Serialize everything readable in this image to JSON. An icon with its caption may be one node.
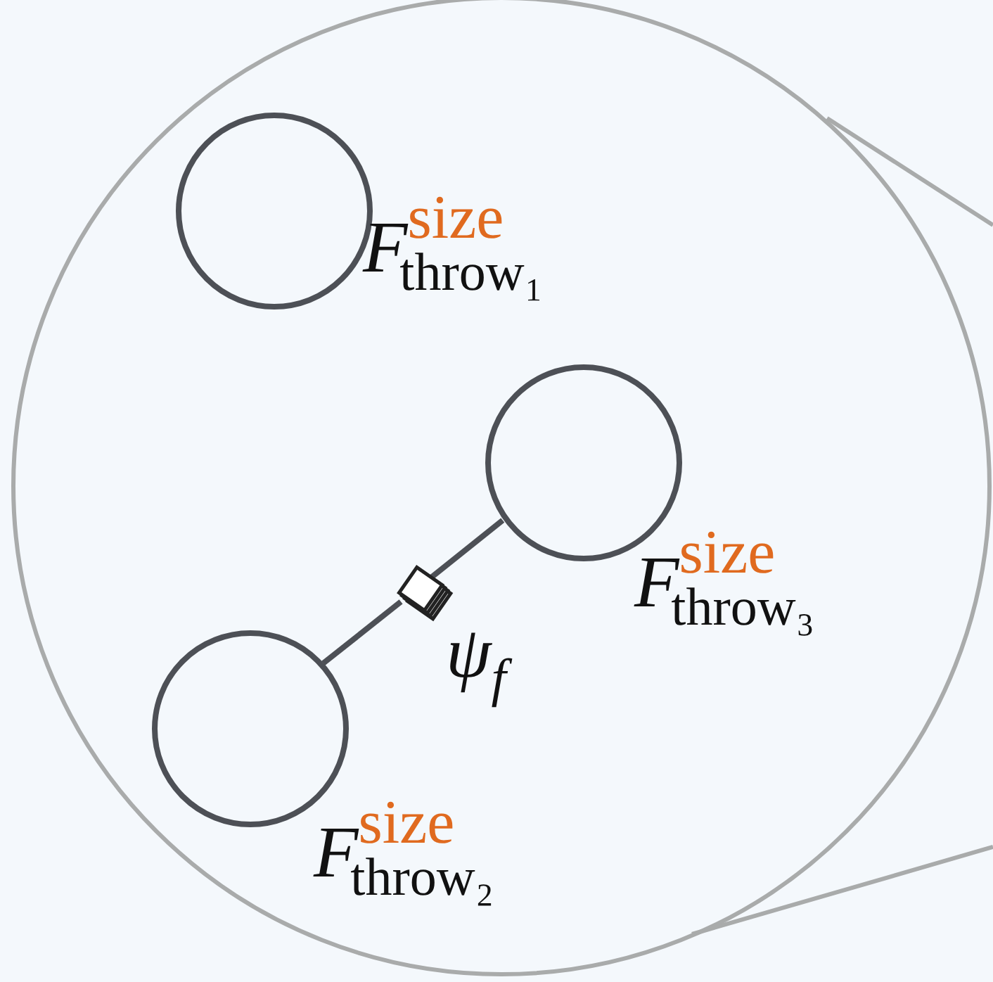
{
  "diagram": {
    "nodes": [
      {
        "text": [],
        "shape": "circle"
      },
      {
        "text": [],
        "shape": "circle",
        "in": 0,
        "beside": [
          "F$^{size}$$_{throw₁}$"
        ]
      },
      {
        "text": [],
        "shape": "circle",
        "in": 0,
        "beside": [
          "F$^{size}$$_{throw₃}$"
        ]
      },
      {
        "text": [],
        "shape": "box",
        "in": 0,
        "beside": [
          "ψ$_{f}$"
        ]
      },
      {
        "text": [],
        "shape": "circle",
        "in": 0,
        "beside": [
          "F$^{size}$$_{throw₂}$"
        ]
      }
    ],
    "edges": [
      {
        "from": 2,
        "to": 3,
        "arrow": "none"
      },
      {
        "from": 3,
        "to": 4,
        "arrow": "none"
      }
    ]
  }
}
